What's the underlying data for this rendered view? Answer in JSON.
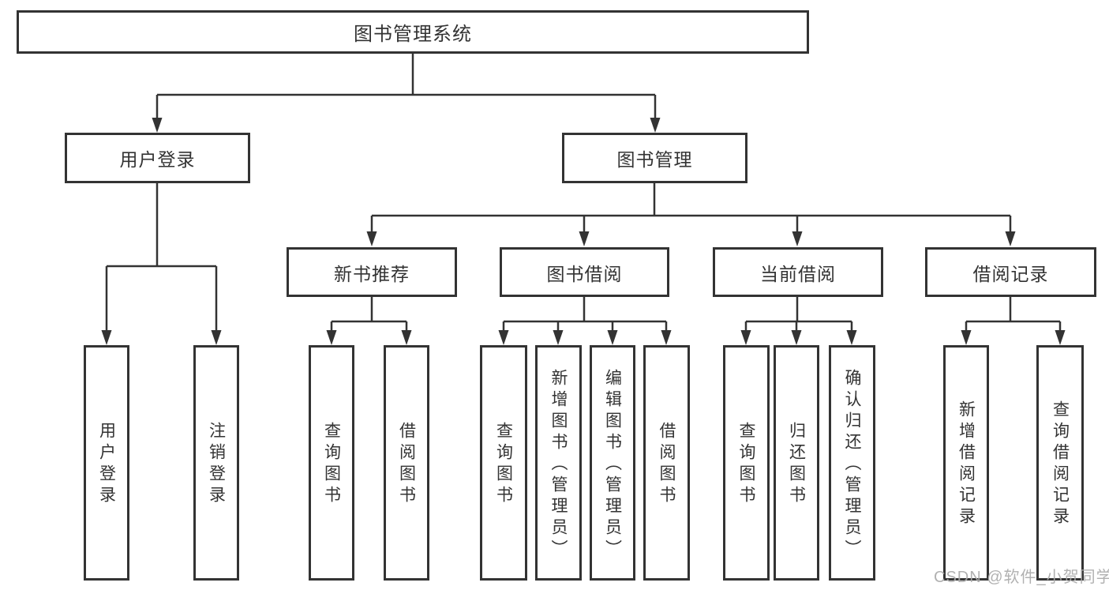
{
  "diagram": {
    "title": "图书管理系统",
    "nodes": {
      "root": "图书管理系统",
      "user_login": "用户登录",
      "book_mgmt": "图书管理",
      "new_book": "新书推荐",
      "book_borrow": "图书借阅",
      "current_borrow": "当前借阅",
      "borrow_record": "借阅记录",
      "leaves": [
        "用户登录",
        "注销登录",
        "查询图书",
        "借阅图书",
        "查询图书",
        "新增图书（管理员）",
        "编辑图书（管理员）",
        "借阅图书",
        "查询图书",
        "归还图书",
        "确认归还（管理员）",
        "新增借阅记录",
        "查询借阅记录"
      ]
    },
    "watermark": "CSDN @软件_小贺同学",
    "colors": {
      "line": "#333333",
      "box_border": "#333333",
      "text": "#333333",
      "watermark": "#ababab",
      "background": "#ffffff"
    }
  }
}
